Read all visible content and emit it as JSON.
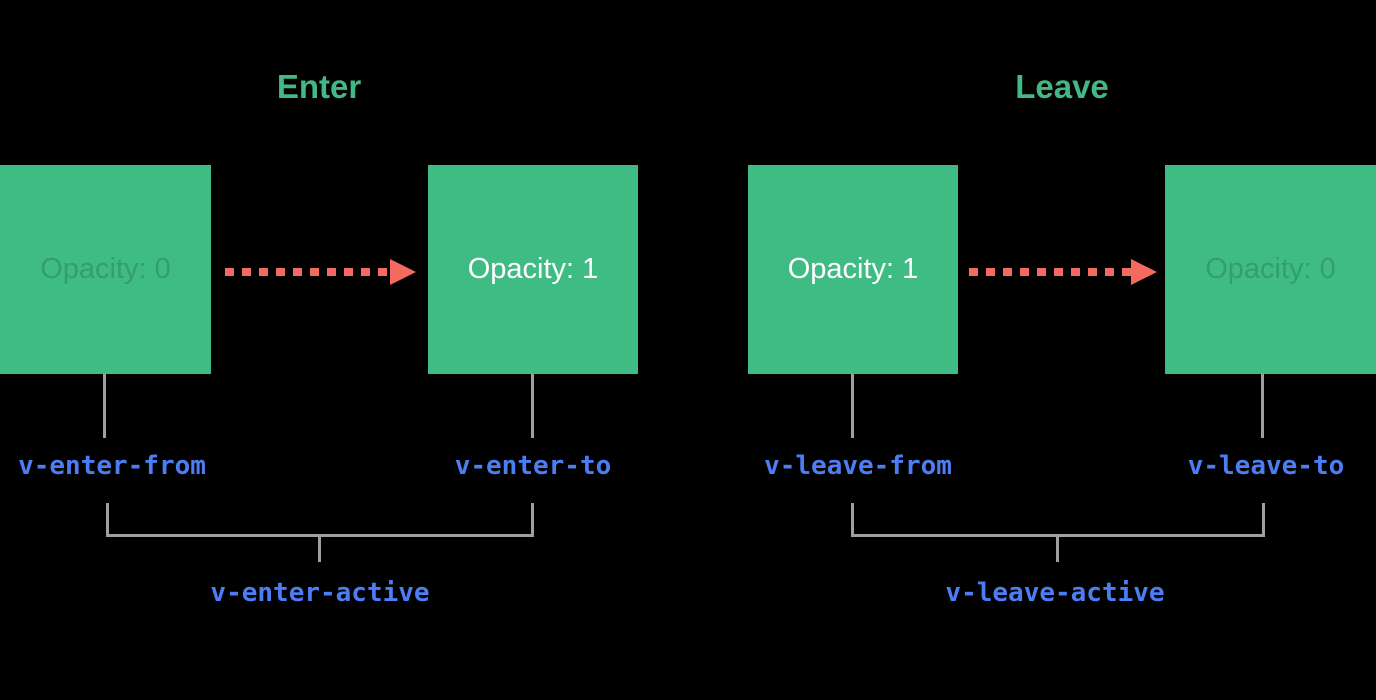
{
  "colors": {
    "background": "#000000",
    "box_green": "#3fbc84",
    "title_green": "#42b883",
    "label_blue": "#4c7df2",
    "arrow_red": "#f56a5f",
    "line_gray": "#9f9f9f",
    "box_text_white": "#ffffff"
  },
  "sections": [
    {
      "title": "Enter",
      "from_box_label": "Opacity: 0",
      "to_box_label": "Opacity: 1",
      "from_class": "v-enter-from",
      "to_class": "v-enter-to",
      "active_class": "v-enter-active"
    },
    {
      "title": "Leave",
      "from_box_label": "Opacity: 1",
      "to_box_label": "Opacity: 0",
      "from_class": "v-leave-from",
      "to_class": "v-leave-to",
      "active_class": "v-leave-active"
    }
  ]
}
